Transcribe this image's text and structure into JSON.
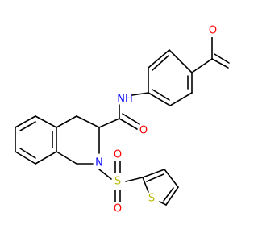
{
  "molecule": {
    "colors": {
      "bond": "#000000",
      "O": "#ff0000",
      "N": "#0000ff",
      "S": "#b8b800",
      "H": "#0000ff"
    },
    "labels": {
      "carbonyl_o_top": "O",
      "amide_nh": "NH",
      "amide_o": "O",
      "ring_n": "N",
      "sulfonyl_s": "S",
      "sulfonyl_o_top": "O",
      "sulfonyl_o_bottom": "O",
      "thiophene_s": "S"
    }
  }
}
